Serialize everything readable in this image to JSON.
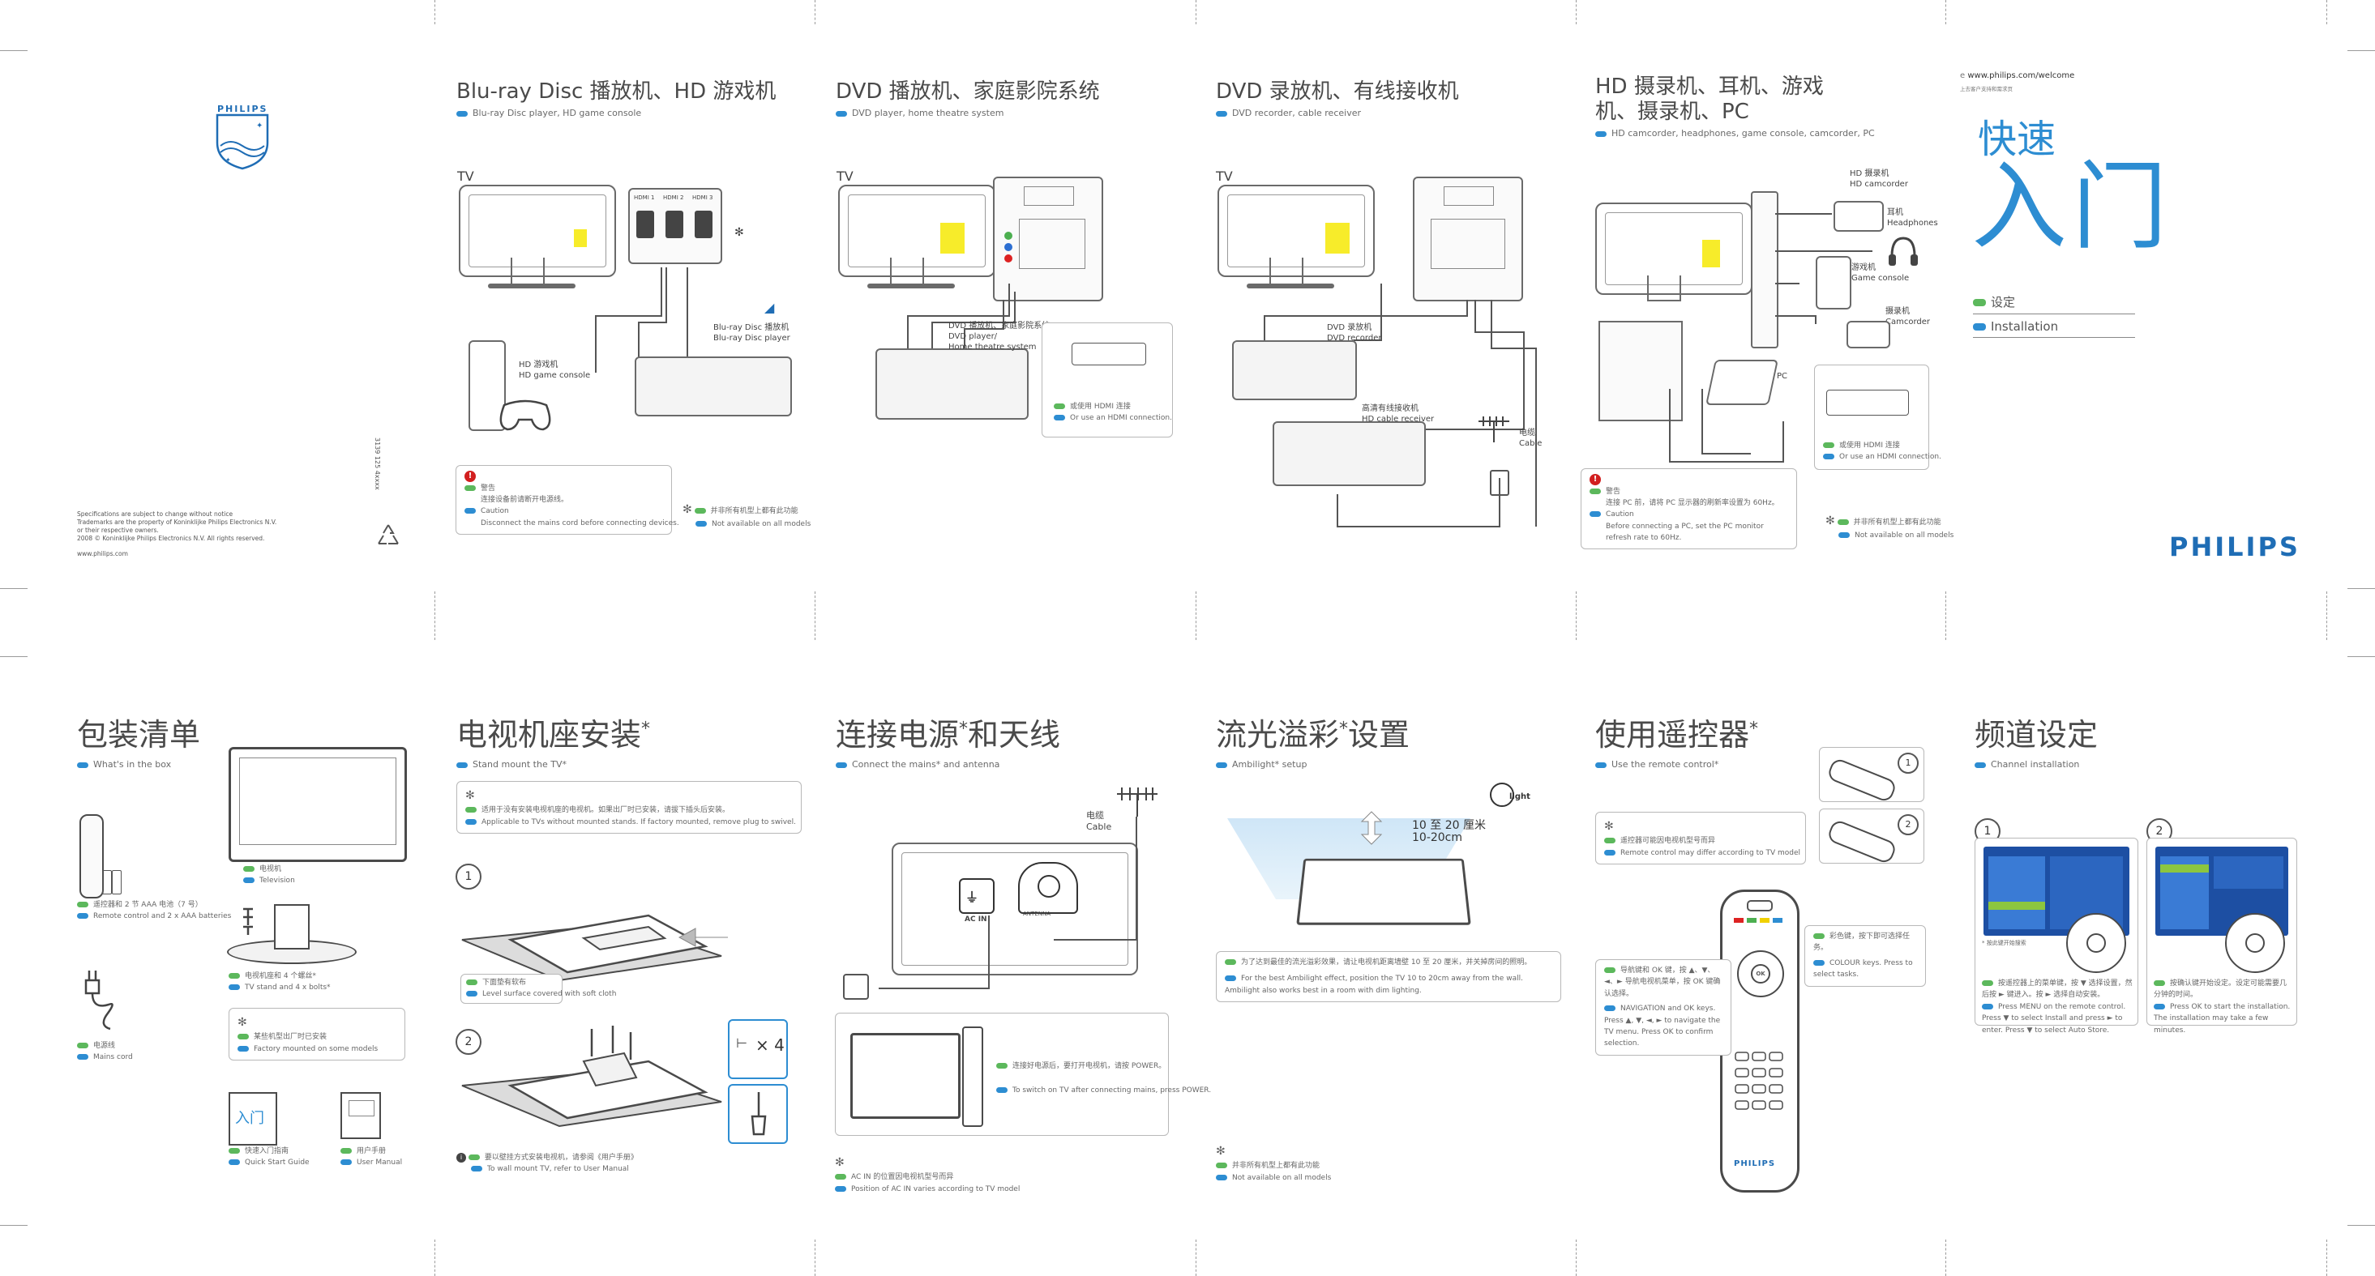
{
  "cover": {
    "logo_word": "PHILIPS",
    "brand": "PHILIPS",
    "specs": [
      "Specifications are subject to change without notice",
      "Trademarks are the property of Koninklijke Philips Electronics N.V.",
      "or their respective owners.",
      "2008 © Koninklijke Philips Electronics N.V. All rights reserved."
    ],
    "website": "www.philips.com",
    "code": "3139 125 4xxxx",
    "welcome_url": "www.philips.com/welcome",
    "welcome_sub": "上去客户支持和需求页",
    "title_line1": "快速",
    "title_line2": "入门",
    "menu_setup_cn": "设定",
    "menu_setup_en": "Installation"
  },
  "colors": {
    "accent": "#2d8dd2",
    "brand": "#1f6db5",
    "highlight": "#f7ec2a",
    "warning": "#d21f1f"
  },
  "panels_top": [
    {
      "title_cn": "Blu-ray Disc 播放机、HD 游戏机",
      "title_en": "Blu-ray Disc player, HD game console"
    },
    {
      "title_cn": "DVD 播放机、家庭影院系统",
      "title_en": "DVD player, home theatre system"
    },
    {
      "title_cn": "DVD 录放机、有线接收机",
      "title_en": "DVD recorder, cable receiver"
    },
    {
      "title_cn": "HD 摄录机、耳机、游戏机、摄录机、PC",
      "title_en": "HD camcorder, headphones, game console, camcorder, PC"
    }
  ],
  "labels": {
    "tv": "TV",
    "hdmi1": "HDMI 1",
    "hdmi2": "HDMI 2",
    "hdmi3": "HDMI 3",
    "bluray_cn": "Blu-ray Disc 播放机",
    "bluray_en": "Blu-ray Disc player",
    "hd_game_cn": "HD 游戏机",
    "hd_game_en": "HD game console",
    "dvd_ht_cn": "DVD 播放机、家庭影院系统",
    "dvd_ht_en1": "DVD player/",
    "dvd_ht_en2": "Home theatre system",
    "hdmi_alt_cn": "或使用 HDMI 连接",
    "hdmi_alt_en": "Or use an HDMI connection.",
    "dvd_rec_cn": "DVD 录放机",
    "dvd_rec_en": "DVD recorder",
    "hd_cable_cn": "高清有线接收机",
    "hd_cable_en": "HD cable receiver",
    "cable_cn": "电缆",
    "cable_en": "Cable",
    "hd_cam_cn": "HD 摄录机",
    "hd_cam_en": "HD camcorder",
    "headphones_cn": "耳机",
    "headphones_en": "Headphones",
    "game_cn": "游戏机",
    "game_en": "Game console",
    "cam_cn": "摄录机",
    "cam_en": "Camcorder",
    "pc": "PC",
    "warn_cn": "警告",
    "warn_text_cn": "连接设备前请断开电源线。",
    "caution": "Caution",
    "caution_text": "Disconnect the mains cord before connecting devices.",
    "caution_pc_cn": "连接 PC 前，请将 PC 显示器的刷新率设置为 60Hz。",
    "caution_pc_en": "Before connecting a PC, set the PC monitor refresh rate to 60Hz.",
    "not_all_cn": "并非所有机型上都有此功能",
    "not_all_en": "Not available on all models"
  },
  "panels_bottom": [
    {
      "title_cn": "包装清单",
      "title_en": "What's in the box"
    },
    {
      "title_cn": "电视机座安装",
      "star": "*",
      "title_en": "Stand mount the TV*"
    },
    {
      "title_cn": "连接电源",
      "title_mid": "和天线",
      "star": "*",
      "title_en": "Connect the mains* and antenna"
    },
    {
      "title_cn": "流光溢彩",
      "title_mid": "设置",
      "star": "*",
      "title_en": "Ambilight* setup"
    },
    {
      "title_cn": "使用遥控器",
      "star": "*",
      "title_en": "Use the remote control*"
    },
    {
      "title_cn": "频道设定",
      "title_en": "Channel installation"
    }
  ],
  "box": {
    "tv_cn": "电视机",
    "tv_en": "Television",
    "remote_cn": "遥控器和 2 节 AAA 电池（7 号）",
    "remote_en": "Remote control and 2 x AAA batteries",
    "stand_cn": "电视机座和 4 个螺丝*",
    "stand_en": "TV stand and 4 x bolts*",
    "factory_cn": "某些机型出厂时已安装",
    "factory_en": "Factory mounted on some models",
    "cord_cn": "电源线",
    "cord_en": "Mains cord",
    "qsg_cn": "快速入门指南",
    "qsg_en": "Quick Start Guide",
    "um_cn": "用户手册",
    "um_en": "User Manual",
    "qsg_book": "入门"
  },
  "stand": {
    "note_cn": "适用于没有安装电视机座的电视机。如果出厂时已安装，请拔下插头后安装。",
    "note_en": "Applicable to TVs without mounted stands. If factory mounted, remove plug to swivel.",
    "soft_cn": "下面垫有软布",
    "soft_en": "Level surface covered with soft cloth",
    "bolts": "× 4",
    "wall_cn": "要以壁挂方式安装电视机，请参阅《用户手册》",
    "wall_en": "To wall mount TV, refer to User Manual"
  },
  "mains": {
    "cable_cn": "电缆",
    "cable_en": "Cable",
    "acin": "AC IN",
    "antenna": "ANTENNA",
    "power_cn": "连接好电源后，要打开电视机，请按 POWER。",
    "power_en": "To switch on TV after connecting mains, press POWER.",
    "acin_note_cn": "AC IN 的位置因电视机型号而异",
    "acin_note_en": "Position of AC IN varies according to TV model"
  },
  "ambilight": {
    "distance_cn": "10 至 20 厘米",
    "distance_en": "10-20cm",
    "logo": "light",
    "tip_cn": "为了达到最佳的流光溢彩效果，请让电视机距离墙壁 10 至 20 厘米，并关掉房间的照明。",
    "tip_en": "For the best Ambilight effect, position the TV 10 to 20cm away from the wall. Ambilight also works best in a room with dim lighting."
  },
  "remote": {
    "differ_cn": "遥控器可能因电视机型号而异",
    "differ_en": "Remote control may differ according to TV model",
    "nav_cn": "导航键和 OK 键，按 ▲、▼、◄、► 导航电视机菜单，按 OK 键确认选择。",
    "nav_en": "NAVIGATION and OK keys. Press ▲, ▼, ◄, ► to navigate the TV menu. Press OK to confirm selection.",
    "colour_cn": "彩色键，按下即可选择任务。",
    "colour_en": "COLOUR keys. Press to select tasks.",
    "brand": "PHILIPS"
  },
  "channel": {
    "step1_cn": "按遥控器上的菜单键，按 ▼ 选择设置，然后按 ► 键进入。按 ► 选择自动安装。",
    "step1_en": "Press MENU on the remote control. Press ▼ to select Install and press ► to enter. Press ▼ to select Auto Store.",
    "step2_cn": "按确认键开始设定。设定可能需要几分钟的时间。",
    "step2_en": "Press OK to start the installation. The installation may take a few minutes.",
    "step_note": "* 按此键开始搜索"
  },
  "steps": {
    "one": "1",
    "two": "2"
  }
}
